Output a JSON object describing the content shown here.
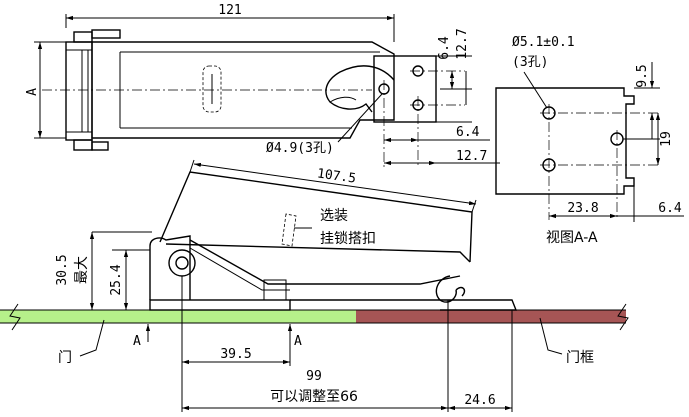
{
  "top_view": {
    "width": "121",
    "height_label": "A",
    "dim_6_4_top": "6.4",
    "dim_12_7_top": "12.7",
    "hole_note": "Ø4.9(3孔)",
    "dim_6_4_bottom": "6.4",
    "dim_12_7_bottom": "12.7"
  },
  "view_aa": {
    "hole_note_line1": "Ø5.1±0.1",
    "hole_note_line2": "(3孔)",
    "dim_9_5": "9.5",
    "dim_19": "19",
    "dim_23_8": "23.8",
    "dim_6_4": "6.4",
    "caption": "视图A-A"
  },
  "side_view": {
    "length": "107.5",
    "option_line1": "选装",
    "option_line2": "挂锁搭扣",
    "height_max": "30.5",
    "height_max_note": "最大",
    "height_25_4": "25.4",
    "section_mark_left": "A",
    "section_mark_right": "A",
    "dim_39_5": "39.5",
    "dim_99": "99",
    "adjust_note": "可以调整至66",
    "dim_24_6": "24.6",
    "door_label": "门",
    "frame_label": "门框"
  },
  "colors": {
    "door": "#b6f08a",
    "frame": "#a65555"
  }
}
